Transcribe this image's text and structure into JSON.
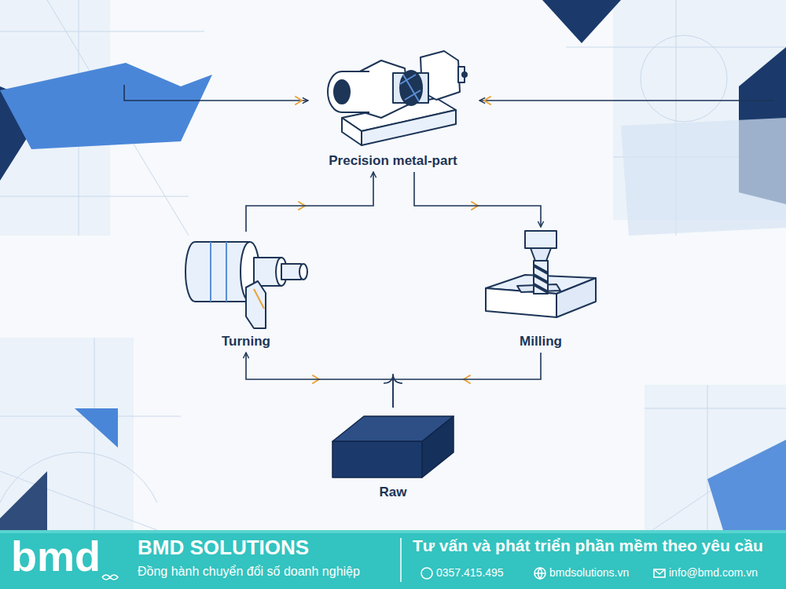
{
  "diagram": {
    "nodes": [
      {
        "text": [
          "Precision metal-part"
        ]
      },
      {
        "text": [
          "Turning"
        ]
      },
      {
        "text": [
          "Milling"
        ]
      },
      {
        "text": [
          "Raw"
        ]
      }
    ],
    "edges": [
      {
        "from": 1,
        "to": 0,
        "arrow": "to"
      },
      {
        "from": 0,
        "to": 2,
        "arrow": "to"
      },
      {
        "from": 3,
        "to": 1,
        "arrow": "to"
      },
      {
        "from": 2,
        "to": 3,
        "arrow": "none"
      }
    ],
    "labels": [
      "bmd",
      "BMD SOLUTIONS",
      "Đồng hành chuyển đổi số doanh nghiệp",
      "Tư vấn và phát triển phần mềm theo yêu cầu",
      "0357.415.495",
      "bmdsolutions.vn",
      "info@bmd.com.vn"
    ]
  }
}
